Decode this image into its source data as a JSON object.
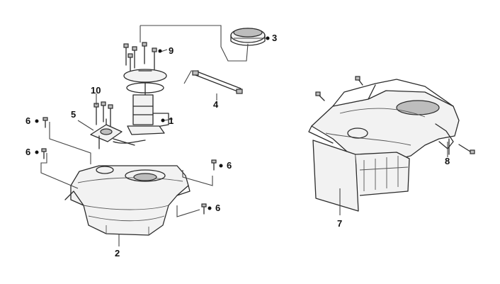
{
  "callouts": {
    "c1": "1",
    "c2": "2",
    "c3": "3",
    "c4": "4",
    "c5": "5",
    "c6a": "6",
    "c6b": "6",
    "c6c": "6",
    "c6d": "6",
    "c7": "7",
    "c8": "8",
    "c9": "9",
    "c10": "10"
  },
  "colors": {
    "line": "#2b2b2b",
    "background": "#ffffff"
  }
}
